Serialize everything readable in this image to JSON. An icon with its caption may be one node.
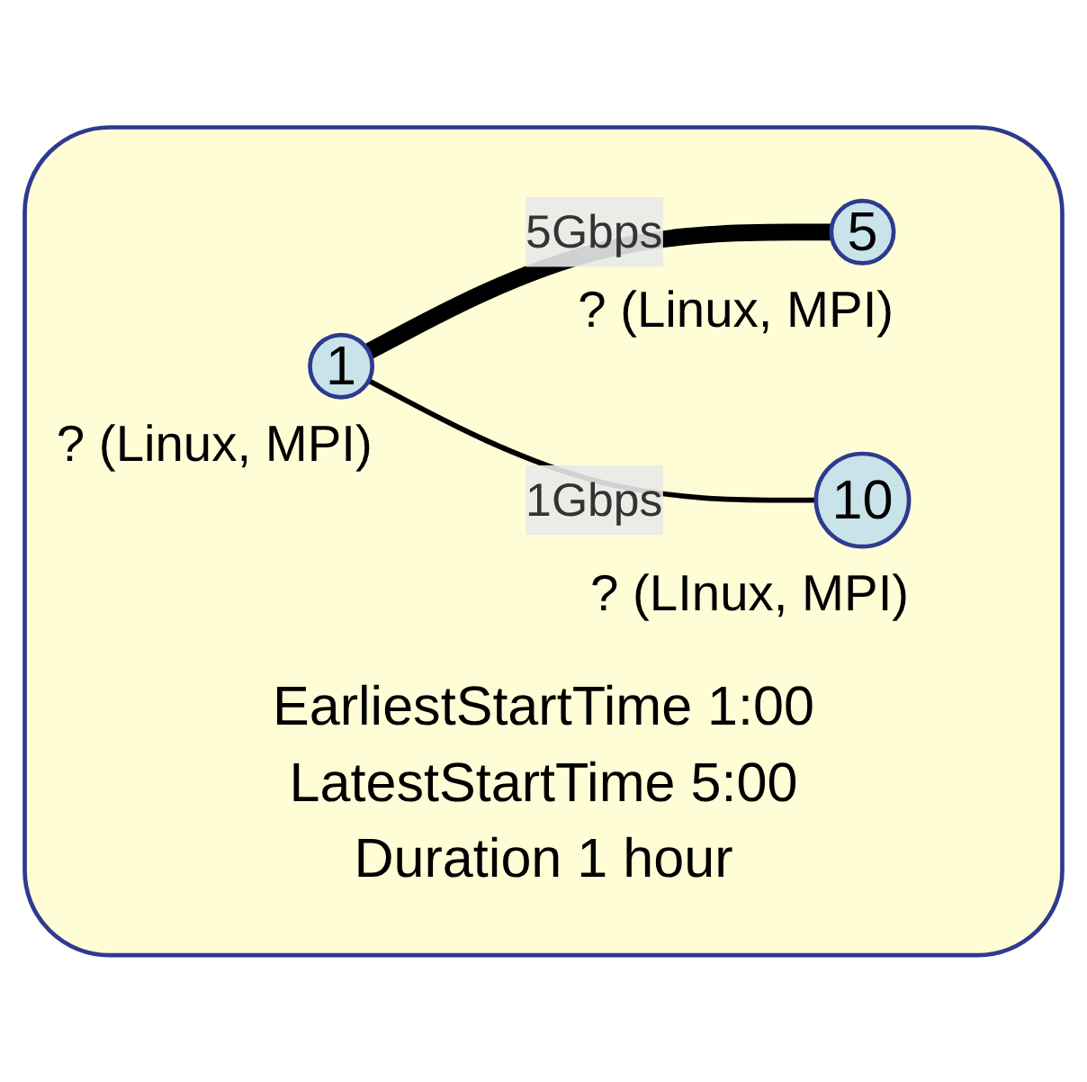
{
  "diagram": {
    "nodes": [
      {
        "text": [
          "EarliestStartTime 1:00",
          "LatestStartTime 5:00",
          "Duration 1 hour"
        ]
      },
      {
        "text": [
          "1"
        ],
        "in": 0,
        "beside": [
          "? (Linux, MPI)"
        ]
      },
      {
        "text": [
          "5"
        ],
        "in": 0,
        "beside": [
          "? (Linux, MPI)"
        ]
      },
      {
        "text": [
          "10"
        ],
        "in": 0,
        "beside": [
          "? (LInux, MPI)"
        ]
      }
    ],
    "edges": [
      {
        "from": 1,
        "to": 2,
        "arrow": "none",
        "label": "5Gbps",
        "style": "thick"
      },
      {
        "from": 1,
        "to": 3,
        "arrow": "none",
        "label": "1Gbps"
      }
    ]
  }
}
